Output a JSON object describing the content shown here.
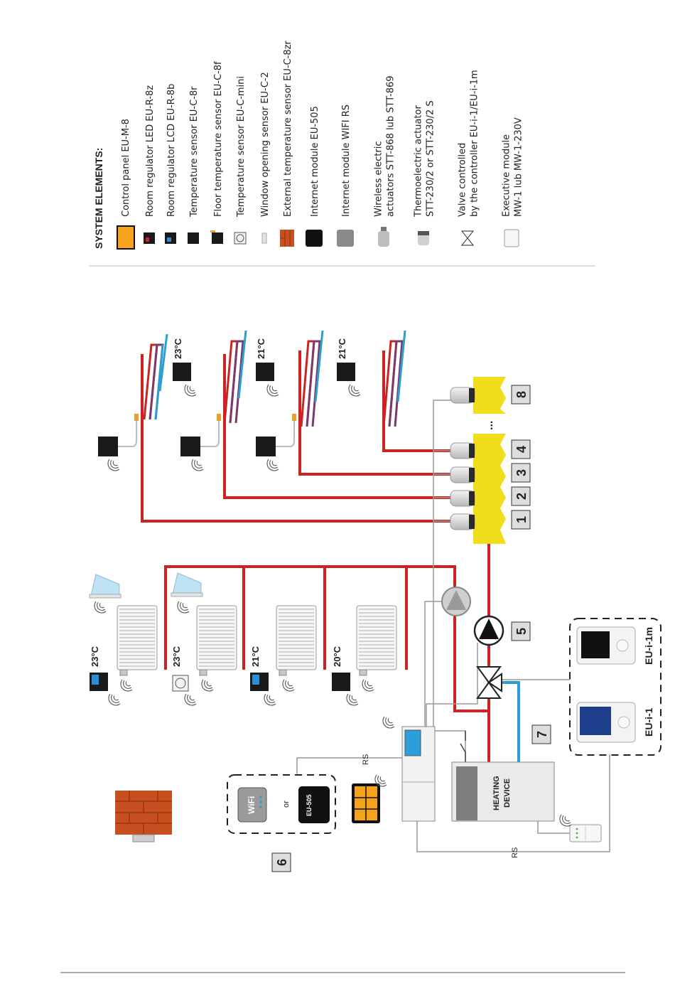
{
  "legend": {
    "heading": "SYSTEM ELEMENTS:",
    "items": [
      {
        "icon": "control-panel-icon",
        "lines": [
          "Control panel EU-M-8"
        ]
      },
      {
        "icon": "room-regulator-led-icon",
        "lines": [
          "Room regulator LED EU-R-8z"
        ]
      },
      {
        "icon": "room-regulator-lcd-icon",
        "lines": [
          "Room regulator LCD EU-R-8b"
        ]
      },
      {
        "icon": "temperature-sensor-icon",
        "lines": [
          "Temperature sensor EU-C-8r"
        ]
      },
      {
        "icon": "floor-sensor-icon",
        "lines": [
          "Floor temperature sensor EU-C-8f"
        ]
      },
      {
        "icon": "mini-sensor-icon",
        "lines": [
          "Temperature sensor EU-C-mini"
        ]
      },
      {
        "icon": "window-sensor-icon",
        "lines": [
          "Window opening sensor EU-C-2"
        ]
      },
      {
        "icon": "external-sensor-icon",
        "lines": [
          "External temperature sensor EU-C-8zr"
        ]
      },
      {
        "icon": "internet-module-icon",
        "lines": [
          "Internet module    EU-505"
        ]
      },
      {
        "icon": "wifi-module-icon",
        "lines": [
          "Internet module WIFI RS"
        ]
      },
      {
        "icon": "wireless-actuator-icon",
        "lines": [
          "Wireless electric",
          "actuators STT-868 lub STT-869"
        ]
      },
      {
        "icon": "thermo-actuator-icon",
        "lines": [
          "Thermoelectric actuator",
          "STT-230/2 or STT-230/2 S"
        ]
      },
      {
        "icon": "valve-icon",
        "lines": [
          "Valve controlled",
          "by the controller EU-i-1/EU-i-1m"
        ]
      },
      {
        "icon": "executive-module-icon",
        "lines": [
          "Executive module",
          "MW-1 lub MW-1-230V"
        ]
      }
    ]
  },
  "diagram": {
    "floor_temps": [
      "23°C",
      "21°C",
      "21°C"
    ],
    "radiator_temps": [
      "23°C",
      "23°C",
      "21°C",
      "20°C"
    ],
    "zone_numbers": [
      "1",
      "2",
      "3",
      "4",
      "8"
    ],
    "ellipsis": "...",
    "pump_number": "5",
    "heating_number": "7",
    "internet_number": "6",
    "rs_label": "RS",
    "heating_device": [
      "HEATING",
      "DEVICE"
    ],
    "or_label": "or",
    "wifi_label": "WiFi",
    "eu505_label": "EU-505",
    "controllers": [
      "EU-i-1",
      "EU-i-1m"
    ]
  },
  "colors": {
    "supply": "#cc2222",
    "return": "#2a9fd0",
    "manifold": "#f2dd1c",
    "panel": "#f5a31c",
    "brick": "#c8501e"
  }
}
